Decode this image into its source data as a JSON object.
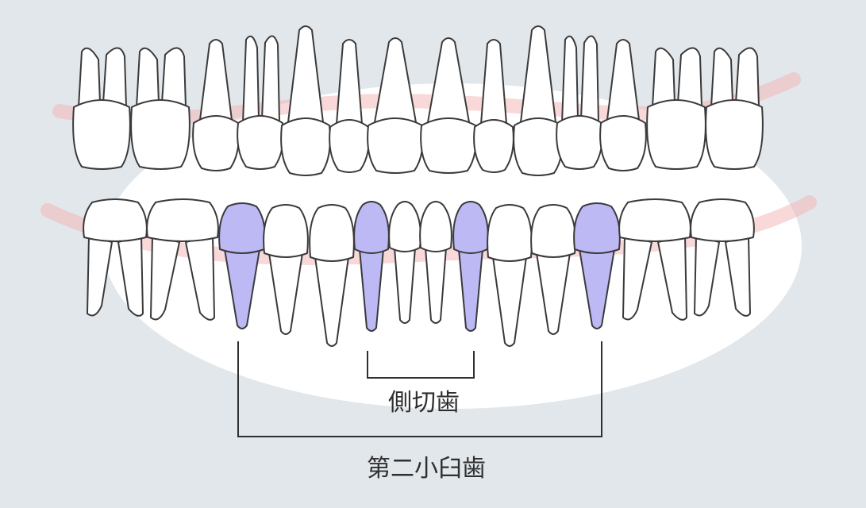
{
  "diagram": {
    "label_lateral_incisor": "側切歯",
    "label_second_premolar": "第二小臼歯",
    "highlight_color": "#bcb9f5",
    "upper_teeth_count": 14,
    "lower_teeth_count": 14
  }
}
